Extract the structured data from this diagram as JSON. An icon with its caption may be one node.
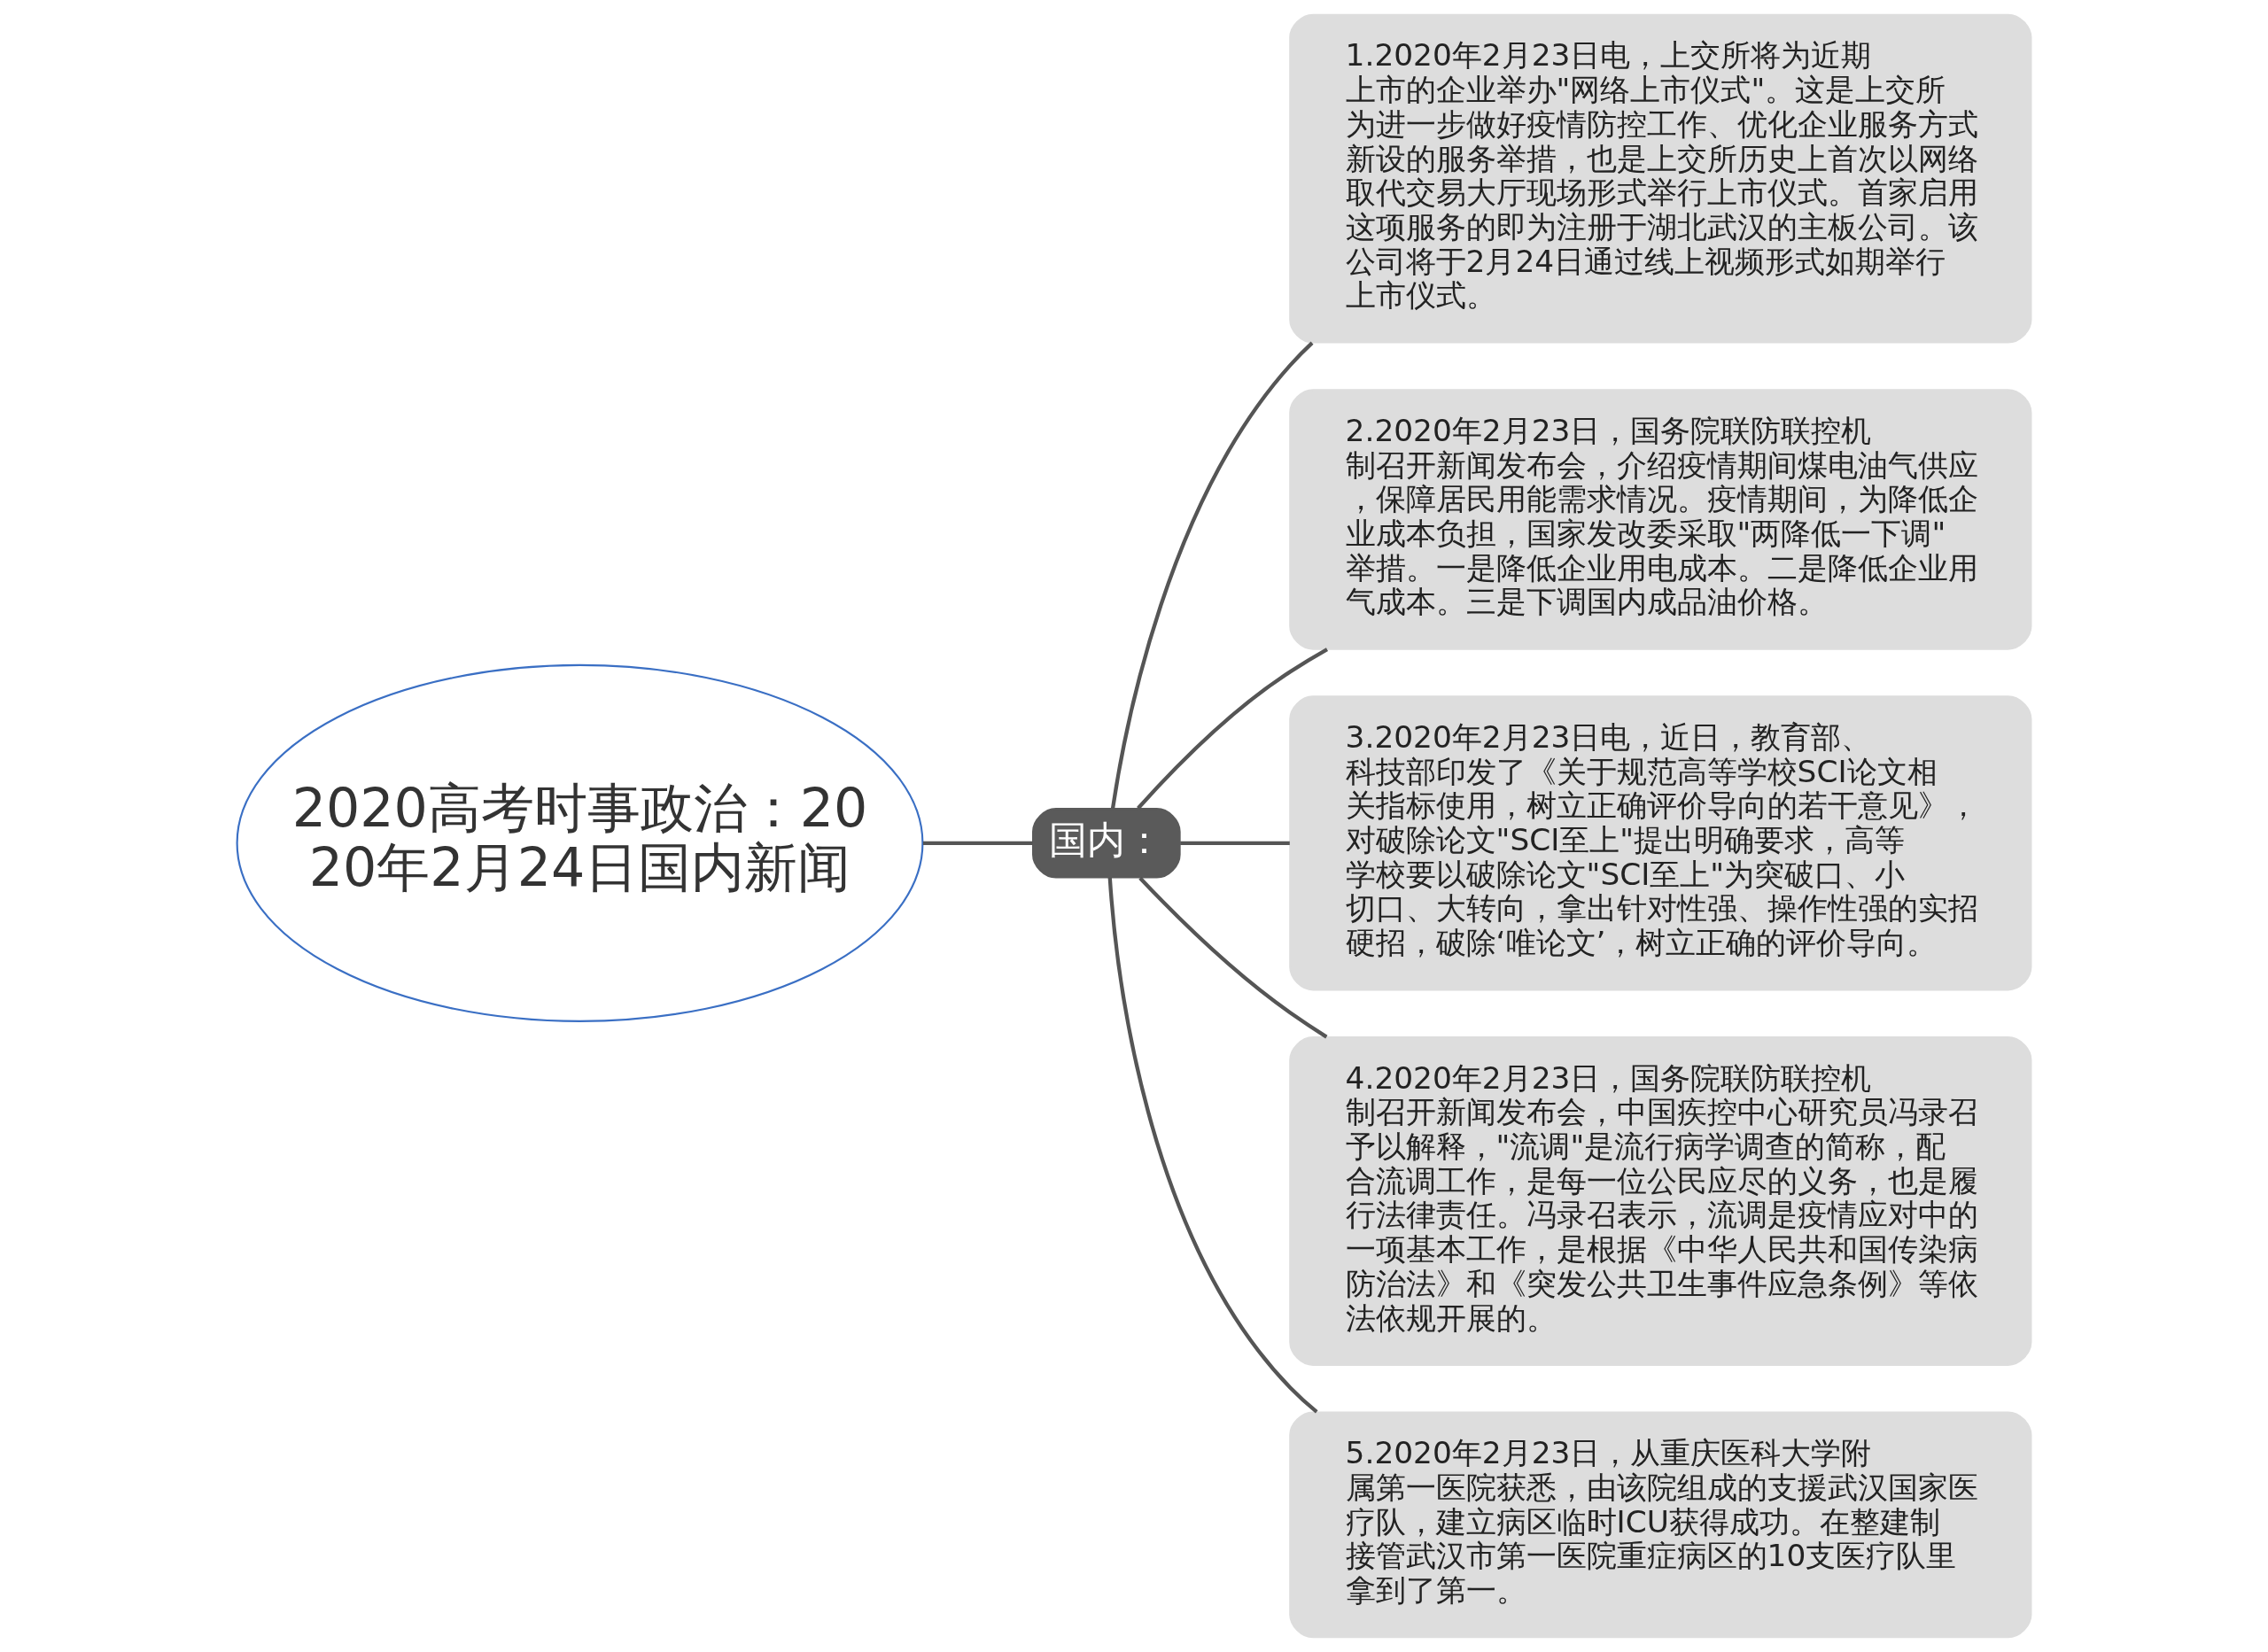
{
  "diagram": {
    "nodes": [
      {
        "text": [
          "2020高考时事政治：2020年2月24日国内新闻"
        ]
      },
      {
        "text": [
          "国内："
        ]
      },
      {
        "text": [
          "1.2020年2月23日电，上交所将为近期上市的企业举办\"网络上市仪式\"。这是上交所为进一步做好疫情防控工作、优化企业服务方式新设的服务举措，也是上交所历史上首次以网络取代交易大厅现场形式举行上市仪式。首家启用这项服务的即为注册于湖北武汉的主板公司。该公司将于2月24日通过线上视频形式如期举行上市仪式。"
        ]
      },
      {
        "text": [
          "2.2020年2月23日，国务院联防联控机制召开新闻发布会，介绍疫情期间煤电油气供应，保障居民用能需求情况。疫情期间，为降低企业成本负担，国家发改委采取\"两降低一下调\"举措。一是降低企业用电成本。二是降低企业用气成本。三是下调国内成品油价格。"
        ]
      },
      {
        "text": [
          "3.2020年2月23日电，近日，教育部、科技部印发了《关于规范高等学校SCI论文相关指标使用，树立正确评价导向的若干意见》，对破除论文\"SCI至上\"提出明确要求，高等学校要以破除论文\"SCI至上\"为突破口、小切口、大转向，拿出针对性强、操作性强的实招硬招，破除‘唯论文’，树立正确的评价导向。"
        ]
      },
      {
        "text": [
          "4.2020年2月23日，国务院联防联控机制召开新闻发布会，中国疾控中心研究员冯录召予以解释，\"流调\"是流行病学调查的简称，配合流调工作，是每一位公民应尽的义务，也是履行法律责任。冯录召表示，流调是疫情应对中的一项基本工作，是根据《中华人民共和国传染病防治法》和《突发公共卫生事件应急条例》等依法依规开展的。"
        ]
      },
      {
        "text": [
          "5.2020年2月23日，从重庆医科大学附属第一医院获悉，由该院组成的支援武汉国家医疗队，建立病区临时ICU获得成功。在整建制接管武汉市第一医院重症病区的10支医疗队里拿到了第一。"
        ]
      }
    ],
    "edges": [
      {
        "from": 0,
        "to": 1,
        "arrow": "none"
      },
      {
        "from": 1,
        "to": 2,
        "arrow": "none"
      },
      {
        "from": 1,
        "to": 3,
        "arrow": "none"
      },
      {
        "from": 1,
        "to": 4,
        "arrow": "none"
      },
      {
        "from": 1,
        "to": 5,
        "arrow": "none"
      },
      {
        "from": 1,
        "to": 6,
        "arrow": "none"
      }
    ]
  }
}
